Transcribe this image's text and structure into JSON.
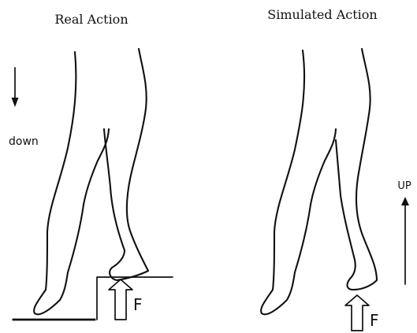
{
  "left_panel": {
    "title": "Real Action",
    "direction_label": "down",
    "force_label": "F"
  },
  "right_panel": {
    "title": "Simulated Action",
    "direction_label": "UP",
    "force_label": "F"
  },
  "colors": {
    "ink": "#111111",
    "background": "#ffffff"
  }
}
